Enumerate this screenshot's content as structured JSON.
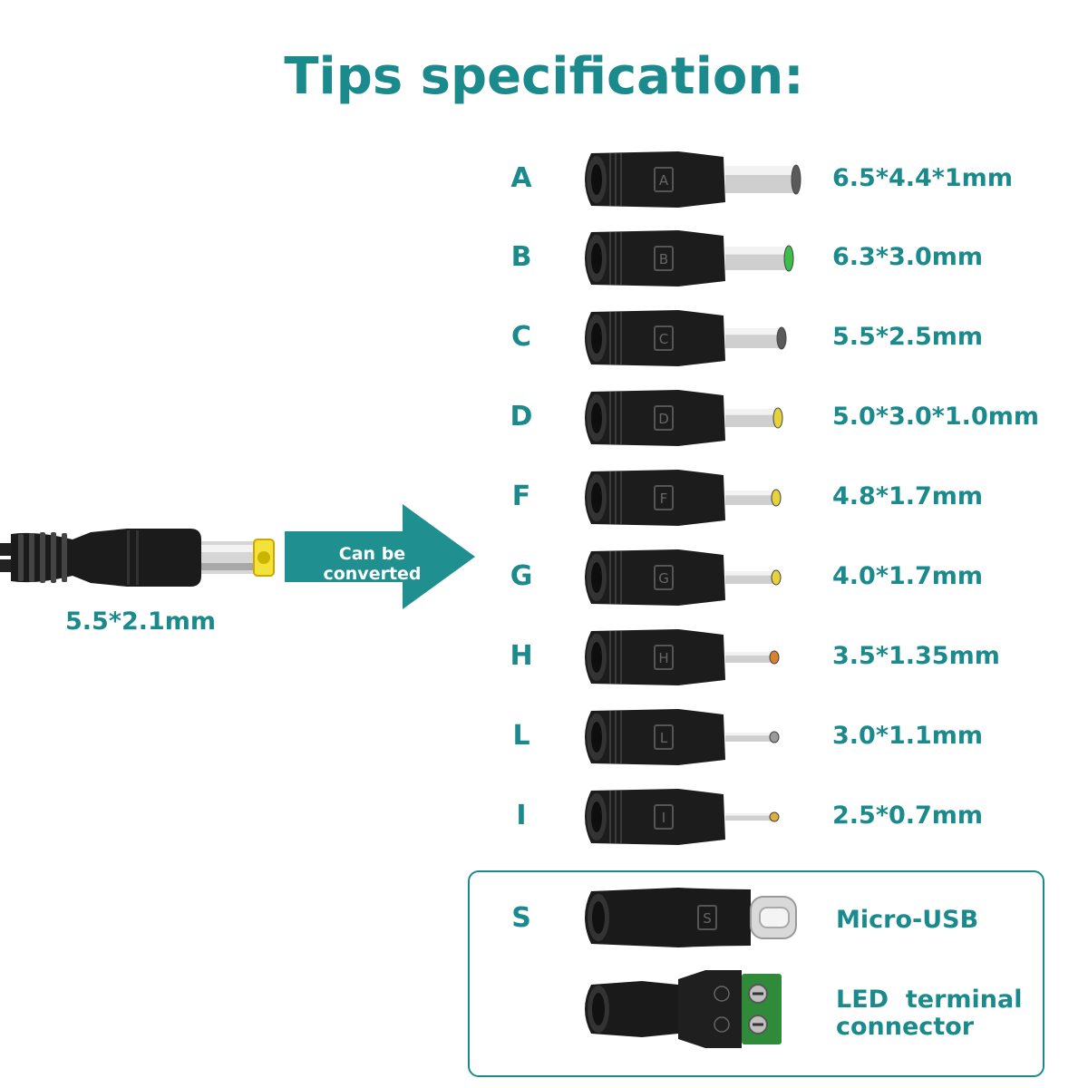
{
  "title": "Tips specification:",
  "source": {
    "label": "5.5*2.1mm"
  },
  "arrow": {
    "label": "Can be converted"
  },
  "tips": [
    {
      "letter": "A",
      "spec": "6.5*4.4*1mm",
      "tip_color": "#5a5a5a"
    },
    {
      "letter": "B",
      "spec": "6.3*3.0mm",
      "tip_color": "#3cbf4a"
    },
    {
      "letter": "C",
      "spec": "5.5*2.5mm",
      "tip_color": "#5a5a5a"
    },
    {
      "letter": "D",
      "spec": "5.0*3.0*1.0mm",
      "tip_color": "#e6d33c"
    },
    {
      "letter": "F",
      "spec": "4.8*1.7mm",
      "tip_color": "#e6d33c"
    },
    {
      "letter": "G",
      "spec": "4.0*1.7mm",
      "tip_color": "#e6d33c"
    },
    {
      "letter": "H",
      "spec": "3.5*1.35mm",
      "tip_color": "#d9822b"
    },
    {
      "letter": "L",
      "spec": "3.0*1.1mm",
      "tip_color": "#9a9a9a"
    },
    {
      "letter": "I",
      "spec": "2.5*0.7mm",
      "tip_color": "#d9b13a"
    }
  ],
  "special": {
    "letter": "S",
    "usb": {
      "label": "Micro-USB",
      "engraving": "S"
    },
    "terminal": {
      "line1": "LED  terminal",
      "line2": "connector"
    }
  },
  "colors": {
    "teal": "#1b8a8c",
    "arrow": "#1f8f8f",
    "plug_tip": "#f2e23a"
  }
}
